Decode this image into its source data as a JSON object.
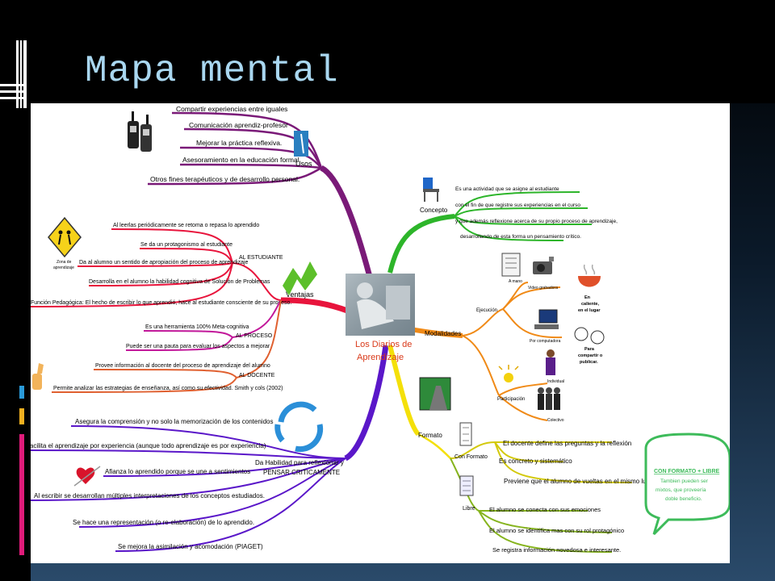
{
  "title": "Mapa mental",
  "center": {
    "line1": "Los Diarios de",
    "line2": "Aprendizaje"
  },
  "usos": {
    "label": "Usos",
    "items": [
      "Compartir experiencias entre iguales",
      "Comunicación aprendiz-profesor",
      "Mejorar la práctica reflexiva.",
      "Asesoramiento en la educación formal",
      "Otros fines terapéuticos y de desarrollo personal."
    ]
  },
  "ventajas": {
    "label": "Ventajas",
    "sign_line1": "Zona de",
    "sign_line2": "aprendizaje",
    "al_estudiante": {
      "label": "AL ESTUDIANTE",
      "items": [
        "Al leerlas periódicamente se retoma o repasa lo aprendido",
        "Se da un protagonismo al estudiante",
        "Da al alumno un sentido de apropiación del proceso de aprendizaje",
        "Desarrolla en el alumno la habilidad cognitiva de Solución de Problemas",
        "Función Pedagógica: El hecho de escribir lo que aprendió, hace al estudiante consciente de su proceso."
      ]
    },
    "al_proceso": {
      "label": "AL PROCESO",
      "items": [
        "Es una herramienta 100% Meta-cognitiva",
        "Puede ser una pauta para evaluar los aspectos a mejorar"
      ]
    },
    "al_docente": {
      "label": "AL DOCENTE",
      "items": [
        "Provee información al docente del proceso de aprendizaje del alumno",
        "Permite analizar las estrategias de enseñanza, así como su efectividad. Smith y cols (2002)"
      ]
    }
  },
  "habilidad": {
    "label_line1": "Da Habilidad para reflexionar y",
    "label_line2": "PENSAR CRITICAMENTE",
    "items": [
      "Asegura la comprensión y no solo la memorización de los contenidos",
      "Facilita el aprendizaje por experiencia (aunque todo aprendizaje es por experiencia)",
      "Afianza lo aprendido porque se une a sentimientos",
      "Al escribir se desarrollan múltiples interpretaciones de los conceptos estudiados.",
      "Se hace una representación (o re-elaboración) de lo aprendido.",
      "Se mejora la asimilación y acomodación (PIAGET)"
    ]
  },
  "concepto": {
    "label": "Concepto",
    "items": [
      "Es una actividad que se asigne al estudiante",
      "con el fin de que registre sus experiencias en el curso",
      "y que además reflexione acerca de su propio proceso de aprendizaje,",
      "desarrollando de esta forma un pensamiento crítico."
    ]
  },
  "modalidades": {
    "label": "Modalidades",
    "ejecucion": {
      "label": "Ejecución",
      "items": [
        "A mano",
        "Video grabadora",
        "Por computadora"
      ]
    },
    "participacion": {
      "label": "Participación",
      "items": [
        "Individual",
        "Colectivo"
      ]
    },
    "notes": {
      "caliente": [
        "En",
        "caliente,",
        "en el lugar"
      ],
      "compartir": [
        "Para",
        "compartir o",
        "publicar."
      ]
    }
  },
  "formato": {
    "label": "Formato",
    "con_formato": {
      "label": "Con Formato",
      "items": [
        "El docente define las preguntas y la reflexión",
        "Es  concreto y sistemático",
        "Previene que el alumno de vueltas en el mismo lugar"
      ]
    },
    "libre": {
      "label": "Libre",
      "items": [
        "El alumno se conecta con sus emociones",
        "El alumno se identifica mas con su rol protagónico",
        "Se registra información novedosa e interesante."
      ]
    }
  },
  "bubble": {
    "lines": [
      "CON FORMATO + LIBRE",
      "Tambien pueden ser",
      "mixtos, que proveería",
      "doble beneficio."
    ]
  },
  "colors": {
    "usos": "#7a1a78",
    "ventajas": "#e8143c",
    "proceso": "#c2189a",
    "docente": "#e06030",
    "habilidad": "#5a17c9",
    "concepto": "#2db52a",
    "modalidades": "#f08a17",
    "formato": "#f4e00a",
    "con_formato": "#d3c90c",
    "libre": "#86b41e",
    "bubble": "#3dbb5a",
    "title": "#a9d7f0"
  }
}
